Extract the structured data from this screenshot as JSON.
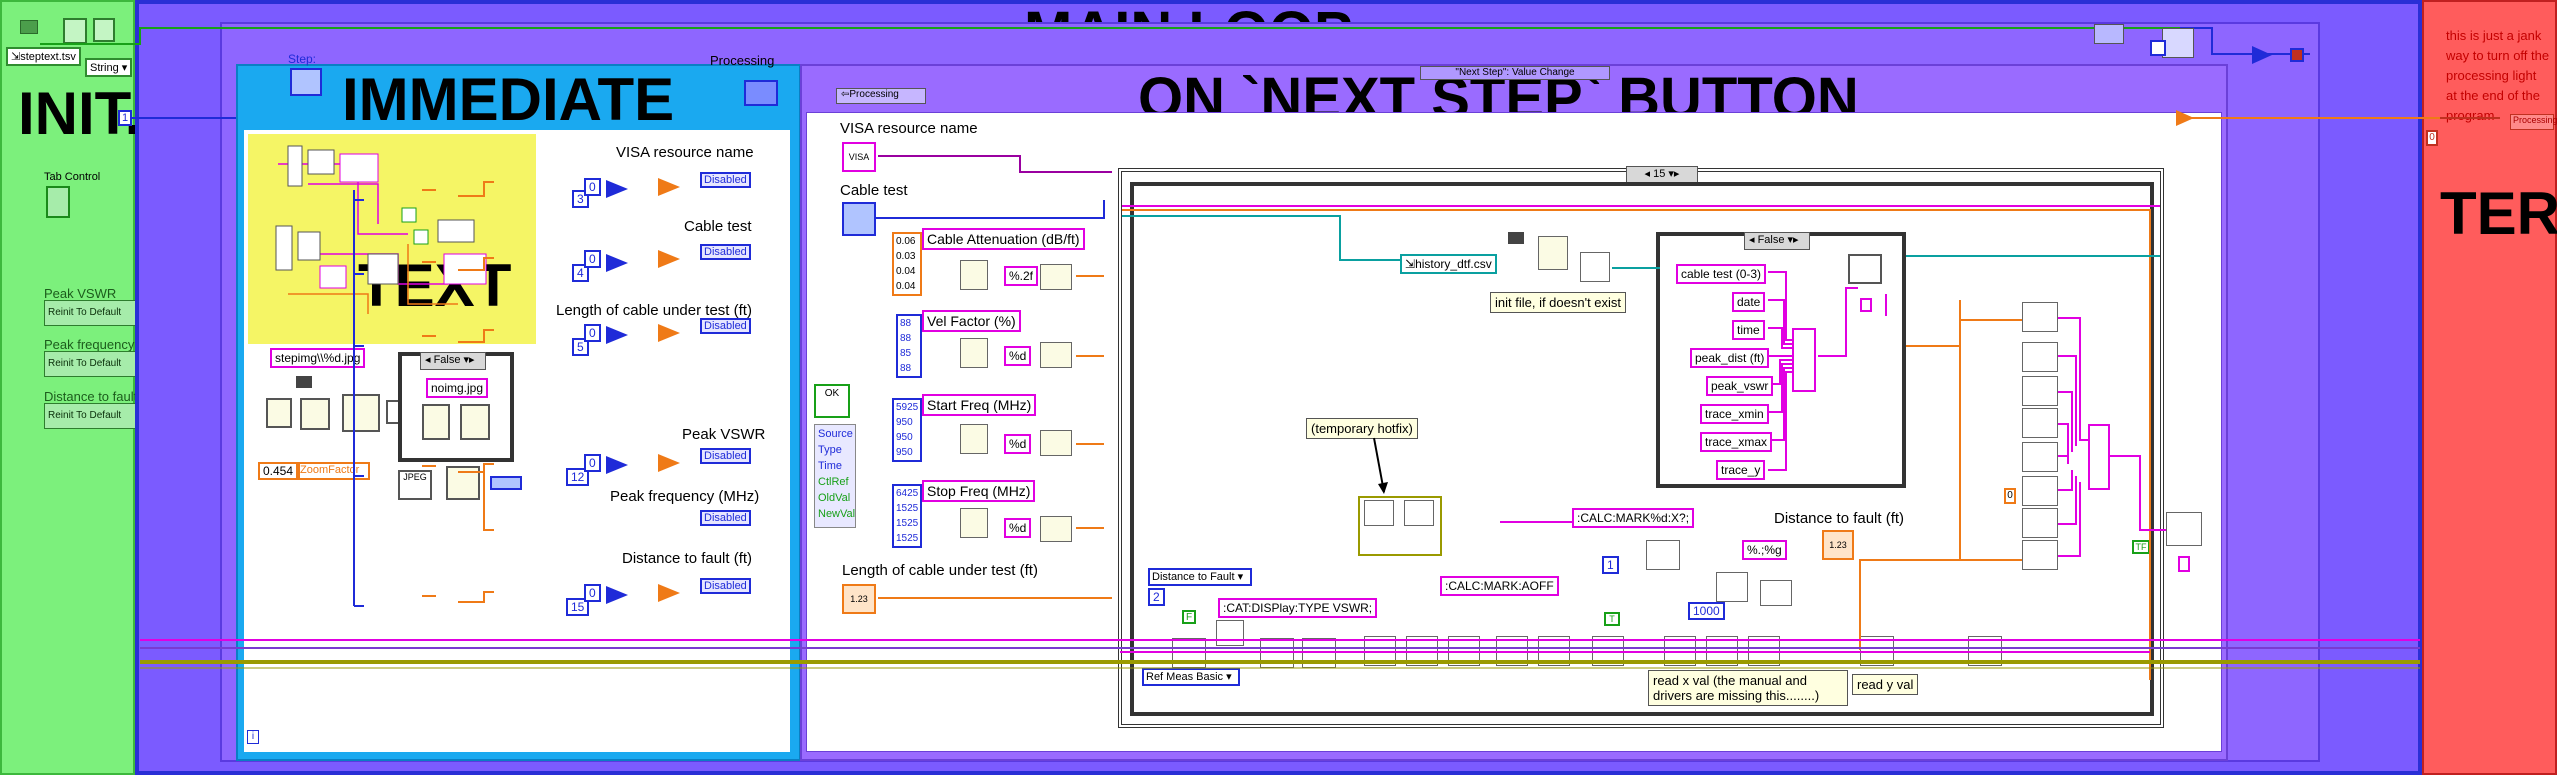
{
  "colors": {
    "init_bg": "#7cf07c",
    "term_bg": "#ff5c5c",
    "main_loop_border": "#2a2fd6",
    "main_loop_bg": "#7b5bff",
    "immediate_bg": "#1aa9f0",
    "event_bg": "#9a6bff",
    "text_note_bg": "#f5f565",
    "wire_pink": "#e100e1",
    "wire_orange": "#ef7a17",
    "wire_blue": "#1f2bd8",
    "wire_green": "#18a018",
    "wire_olive": "#9a9a00"
  },
  "labels": {
    "init": "INIT.",
    "term": "TERM.",
    "main_loop": "MAIN LOOP",
    "immediate": "IMMEDIATE",
    "next_step": "ON `NEXT STEP` BUTTON",
    "text": "TEXT",
    "step": "Step:",
    "processing": "Processing",
    "next_step_value_change": "\"Next Step\": Value Change",
    "processing_inner": "Processing"
  },
  "init_panel": {
    "file_path": "steptext.tsv",
    "string_type": "String",
    "tab_control": "Tab Control",
    "constant_1": "1",
    "items": [
      {
        "name": "Peak VSWR",
        "action": "Reinit To Default"
      },
      {
        "name": "Peak frequency (MHz)",
        "action": "Reinit To Default"
      },
      {
        "name": "Distance to fault (ft)",
        "action": "Reinit To Default"
      }
    ]
  },
  "term_panel": {
    "comment": "this is just a jank way to turn off the processing light at the end of the program",
    "const_0": "0",
    "processing_label": "Processing"
  },
  "immediate_panel": {
    "stepimg": "stepimg\\\\%d.jpg",
    "false_case": "False",
    "noimg": "noimg.jpg",
    "zoom_value": "0.454",
    "zoom_label": "ZoomFactor",
    "jpeg": "JPEG",
    "info": "i",
    "rows": [
      {
        "label": "VISA resource name",
        "index": "3",
        "const": "0",
        "state": "Disabled"
      },
      {
        "label": "Cable test",
        "index": "4",
        "const": "0",
        "state": "Disabled"
      },
      {
        "label": "Length of cable under test (ft)",
        "index": "5",
        "const": "0",
        "state": "Disabled"
      },
      {
        "label": "Peak VSWR",
        "index": "12",
        "const": "0",
        "state": "Disabled"
      },
      {
        "label": "Peak frequency (MHz)",
        "index": "",
        "const": "",
        "state": "Disabled"
      },
      {
        "label": "Distance to fault (ft)",
        "index": "15",
        "const": "0",
        "state": "Disabled"
      }
    ]
  },
  "event_panel": {
    "visa_label": "VISA resource name",
    "visa_ctl": "VISA",
    "cable_test_label": "Cable test",
    "ok": "OK",
    "event_items": [
      "Source",
      "Type",
      "Time",
      "CtlRef",
      "OldVal",
      "NewVal"
    ],
    "arrays": [
      {
        "title": "Cable Attenuation (dB/ft)",
        "values": [
          "0.06",
          "0.03",
          "0.04",
          "0.04"
        ],
        "fmt": "%.2f"
      },
      {
        "title": "Vel Factor (%)",
        "values": [
          "88",
          "88",
          "85",
          "88"
        ],
        "fmt": "%d"
      },
      {
        "title": "Start Freq (MHz)",
        "values": [
          "5925",
          "950",
          "950",
          "950"
        ],
        "fmt": "%d"
      },
      {
        "title": "Stop Freq (MHz)",
        "values": [
          "6425",
          "1525",
          "1525",
          "1525"
        ],
        "fmt": "%d"
      }
    ],
    "length_label": "Length of cable under test (ft)",
    "length_value": "1.23",
    "case_15": "15",
    "history_file": "history_dtf.csv",
    "init_file_note": "init file, if doesn't exist",
    "false_inner": "False",
    "columns": [
      "cable test (0-3)",
      "date",
      "time",
      "peak_dist (ft)",
      "peak_vswr",
      "trace_xmin",
      "trace_xmax",
      "trace_y"
    ],
    "hotfix_note": "(temporary hotfix)",
    "dist_to_fault_enum": "Distance to Fault",
    "const_2": "2",
    "const_F": "F",
    "disp_cmd": ":CAT:DISPlay:TYPE VSWR;",
    "ref_meas": "Ref Meas Basic",
    "calc_mark_x": ":CALC:MARK%d:X?;",
    "calc_mark_aoff": ":CALC:MARK:AOFF",
    "const_1": "1",
    "const_1000": "1000",
    "fmt_g": "%.;%g",
    "dtf_label": "Distance to fault (ft)",
    "dtf_value": "1.23",
    "read_x_note": "read x val (the manual and drivers are missing this........)",
    "read_y_note": "read y val",
    "const_0": "0",
    "tf": "TF"
  }
}
